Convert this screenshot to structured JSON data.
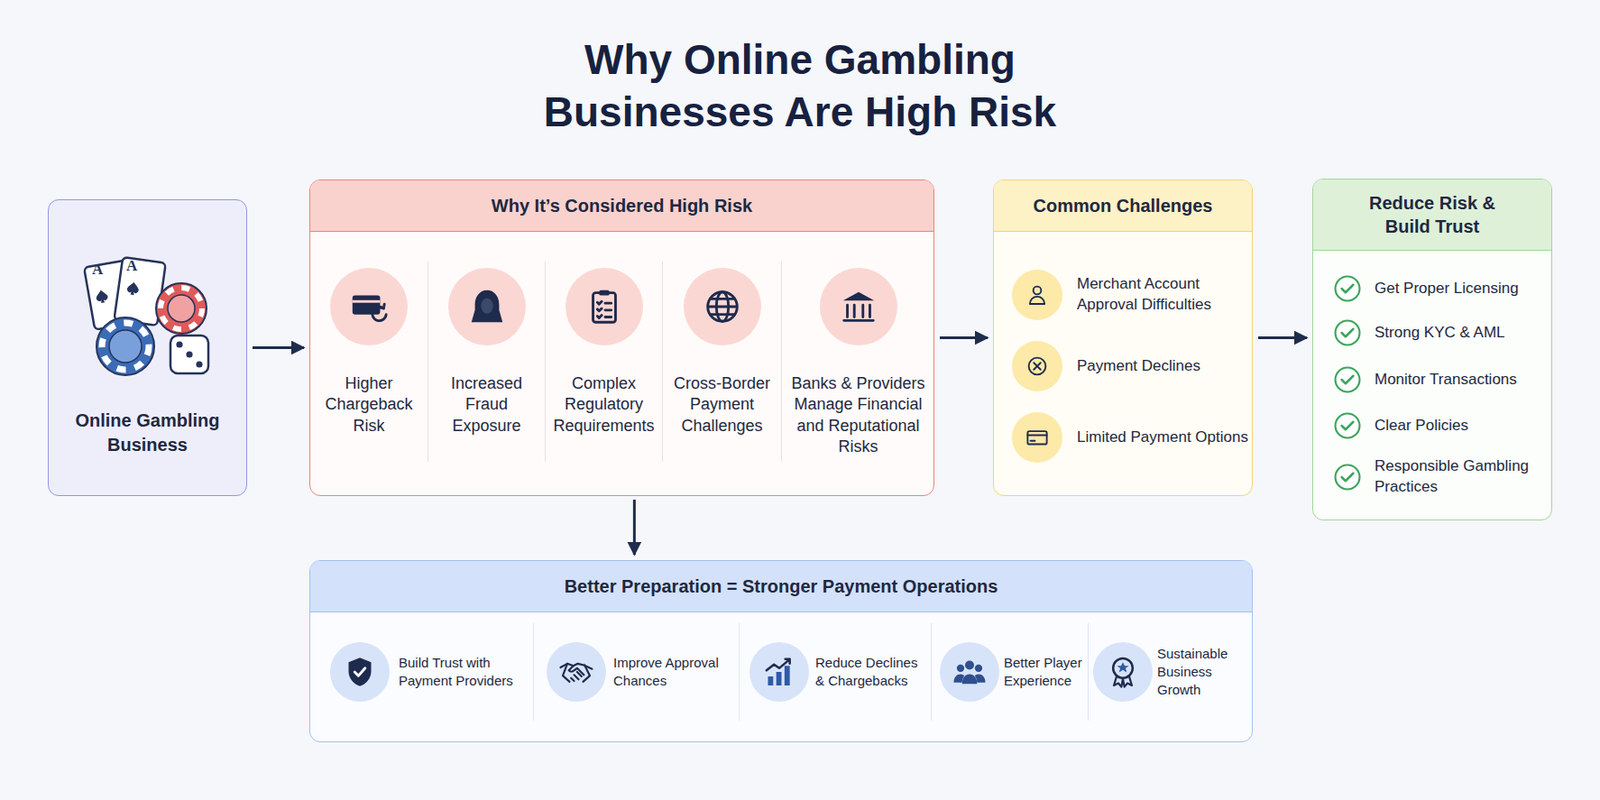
{
  "diagram": {
    "title": "Why Online Gambling Businesses Are High Risk",
    "nodes": [
      {
        "text": [
          "Online Gambling Business"
        ]
      },
      {
        "text": [
          "Why It’s Considered High Risk",
          "Higher Chargeback Risk",
          "Increased Fraud Exposure",
          "Complex Regulatory Requirements",
          "Cross-Border Payment Challenges",
          "Banks & Providers Manage Financial and Reputational Risks"
        ]
      },
      {
        "text": [
          "Common Challenges",
          "Merchant Account Approval Difficulties",
          "Payment Declines",
          "Limited Payment Options"
        ]
      },
      {
        "text": [
          "Reduce Risk & Build Trust",
          "Get Proper Licensing",
          "Strong KYC & AML",
          "Monitor Transactions",
          "Clear Policies",
          "Responsible Gambling Practices"
        ]
      },
      {
        "text": [
          "Better Preparation = Stronger Payment Operations",
          "Build Trust with Payment Providers",
          "Improve Approval Chances",
          "Reduce Declines & Chargebacks",
          "Better Player Experience",
          "Sustainable Business Growth"
        ]
      }
    ],
    "edges": [
      {
        "from": 0,
        "to": 1,
        "arrow": "to"
      },
      {
        "from": 1,
        "to": 2,
        "arrow": "to"
      },
      {
        "from": 2,
        "to": 3,
        "arrow": "to"
      },
      {
        "from": 1,
        "to": 4,
        "arrow": "to"
      }
    ],
    "labels": [
      "A",
      "A"
    ]
  }
}
